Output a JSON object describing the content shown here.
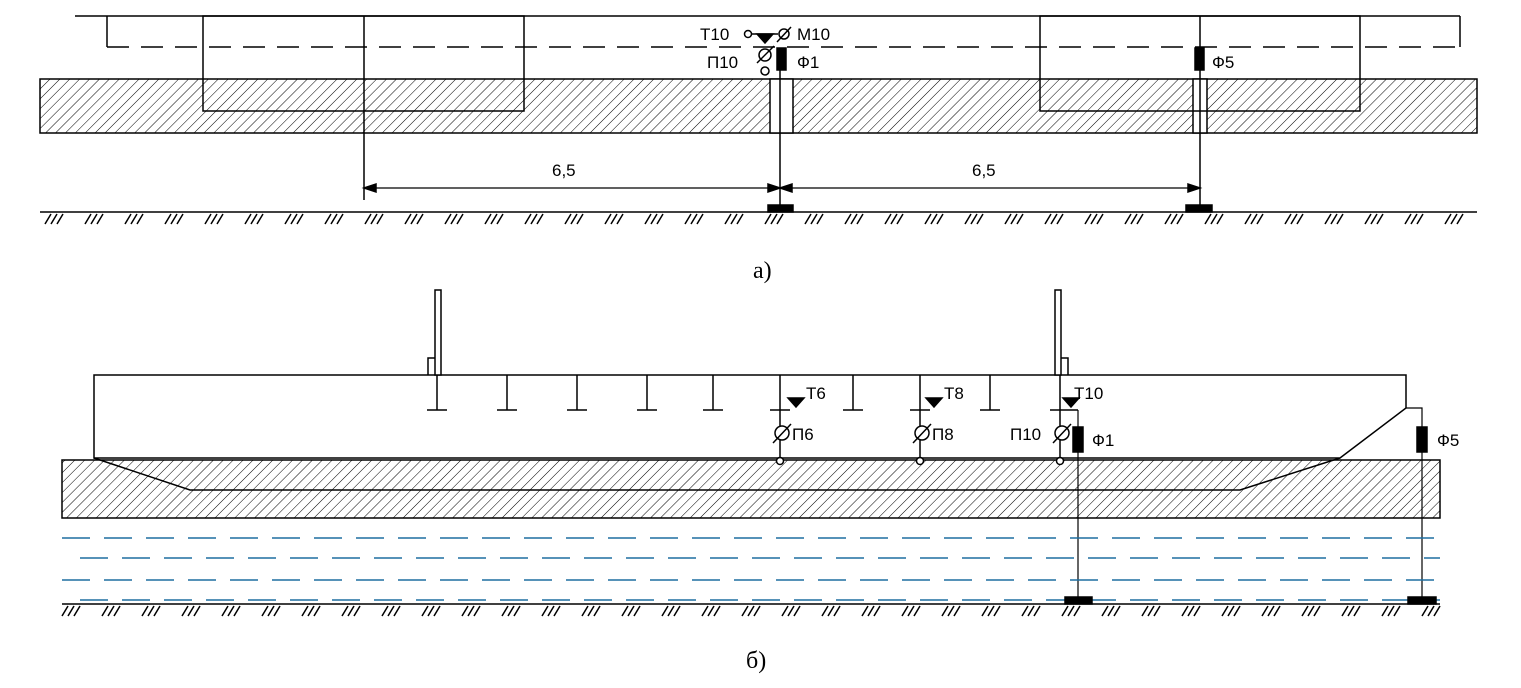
{
  "diagram_a": {
    "caption": "а)",
    "sensors": {
      "t": "Т10",
      "m": "М10",
      "p": "П10",
      "f1": "Ф1",
      "f5": "Ф5"
    },
    "dimensions": [
      "6,5",
      "6,5"
    ]
  },
  "diagram_b": {
    "caption": "б)",
    "sensors": {
      "t6": "Т6",
      "t8": "Т8",
      "t10": "Т10",
      "p6": "П6",
      "p8": "П8",
      "p10": "П10",
      "f1": "Ф1",
      "f5": "Ф5"
    }
  },
  "colors": {
    "line": "#000000",
    "water": "#1f6fa0"
  }
}
